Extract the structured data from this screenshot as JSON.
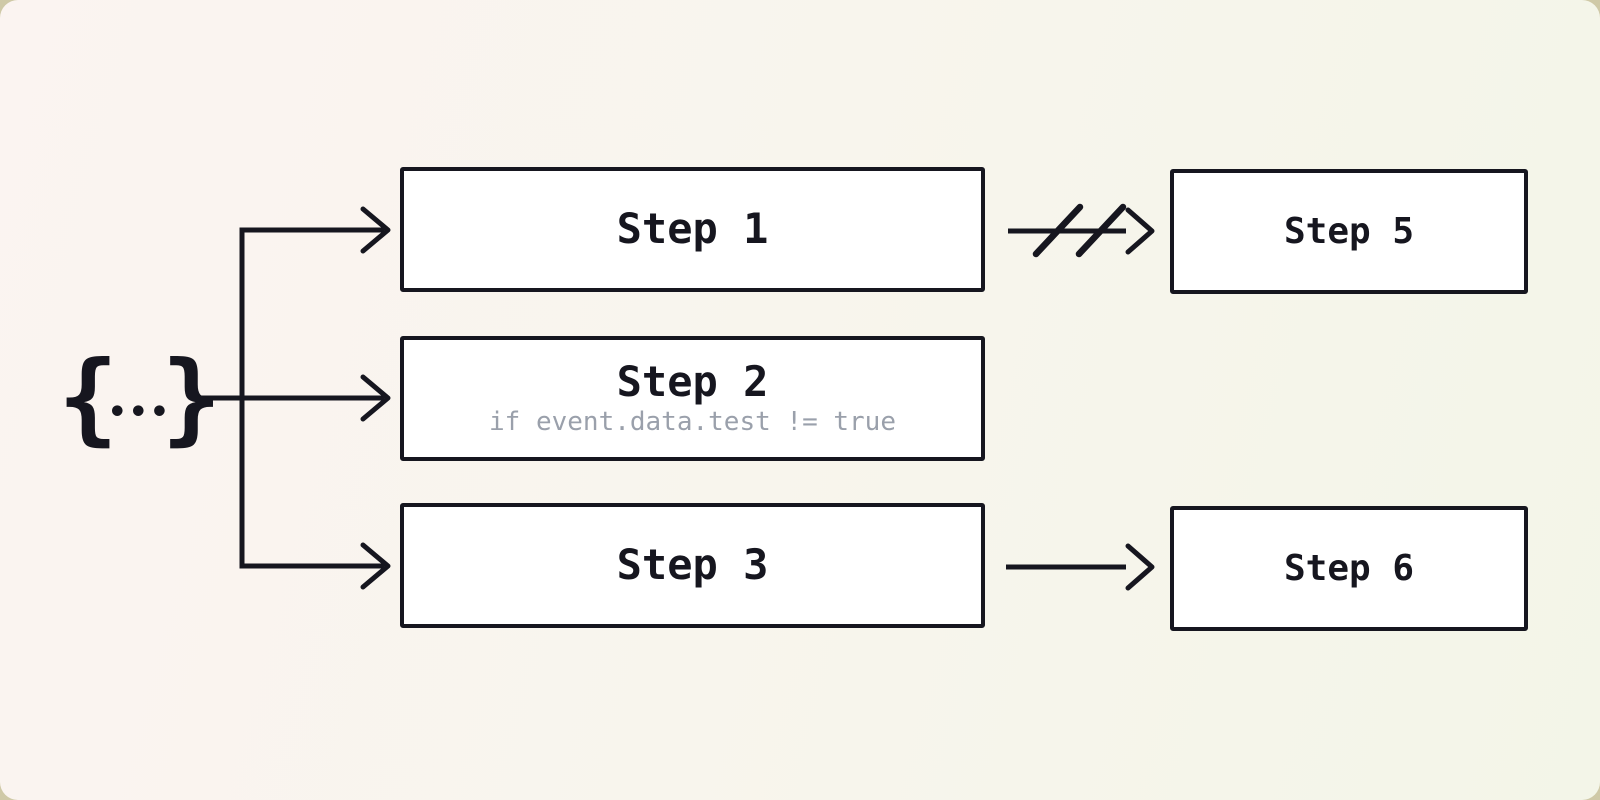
{
  "colors": {
    "ink": "#16161f",
    "node_fill": "#ffffff",
    "condition_text": "#9aa0ab",
    "canvas_gradient_start": "#fbf4f1",
    "canvas_gradient_end": "#f3f5e8",
    "page_background": "#cfc9a7"
  },
  "source": {
    "icon": "json-object-icon",
    "open_brace": "{",
    "dots": "•••",
    "close_brace": "}"
  },
  "nodes": {
    "step1": {
      "label": "Step 1"
    },
    "step2": {
      "label": "Step 2",
      "condition": "if event.data.test != true"
    },
    "step3": {
      "label": "Step 3"
    },
    "step5": {
      "label": "Step 5"
    },
    "step6": {
      "label": "Step 6"
    }
  },
  "edges": [
    {
      "from": "source",
      "to": "step1",
      "type": "arrow"
    },
    {
      "from": "source",
      "to": "step2",
      "type": "arrow"
    },
    {
      "from": "source",
      "to": "step3",
      "type": "arrow"
    },
    {
      "from": "step1",
      "to": "step5",
      "type": "cancelled-arrow"
    },
    {
      "from": "step3",
      "to": "step6",
      "type": "arrow"
    }
  ]
}
